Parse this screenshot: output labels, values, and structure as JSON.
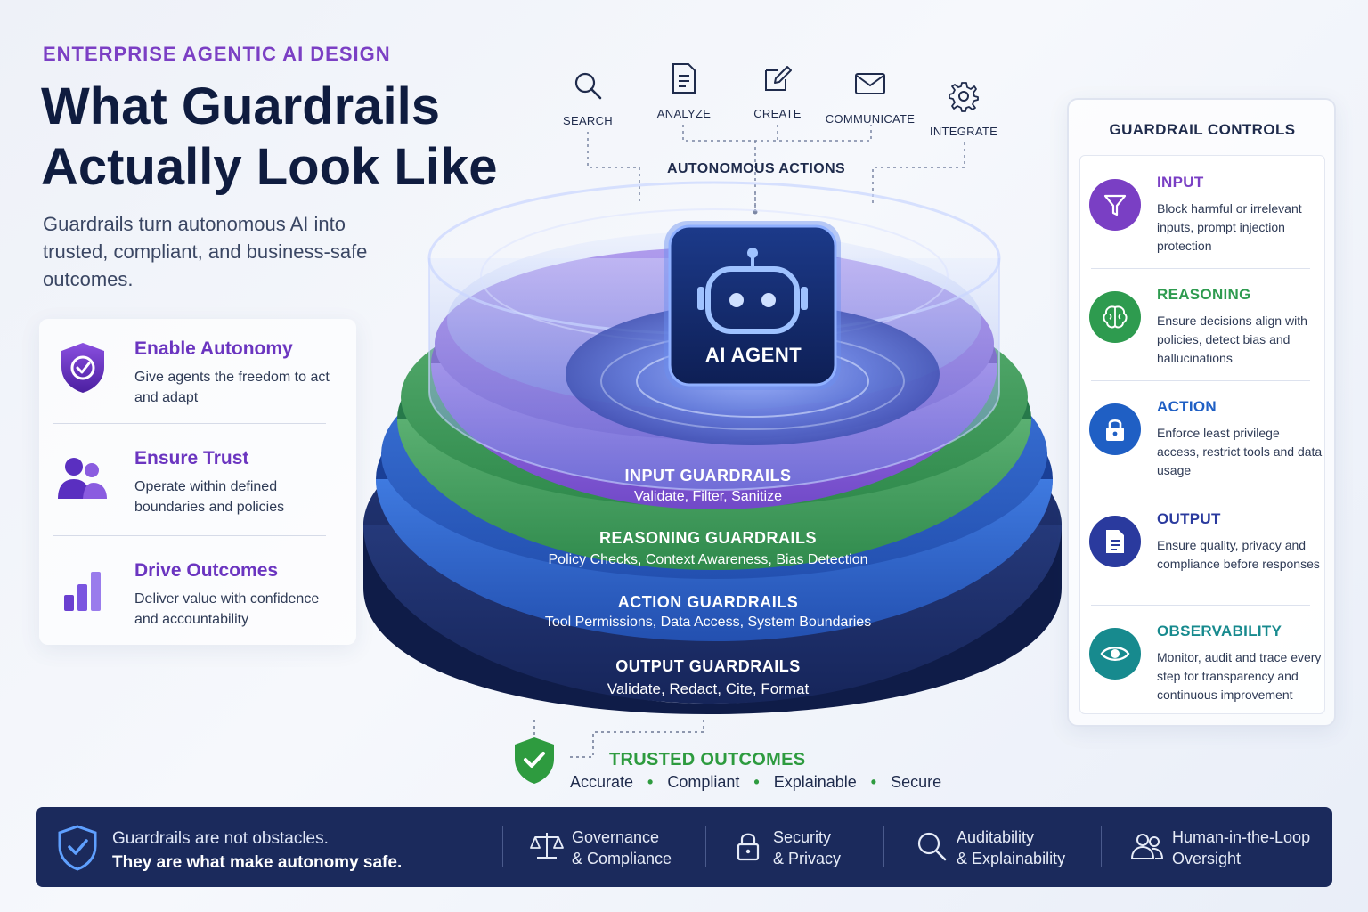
{
  "header": {
    "eyebrow": "ENTERPRISE AGENTIC AI DESIGN",
    "title_line1": "What Guardrails",
    "title_line2": "Actually Look Like",
    "subtitle": "Guardrails turn autonomous AI into trusted, compliant, and business-safe outcomes."
  },
  "benefits": [
    {
      "title": "Enable Autonomy",
      "desc": "Give agents the freedom to act and adapt",
      "icon": "shield-check-icon"
    },
    {
      "title": "Ensure Trust",
      "desc": "Operate within defined boundaries and policies",
      "icon": "users-icon"
    },
    {
      "title": "Drive Outcomes",
      "desc": "Deliver value with confidence and accountability",
      "icon": "bar-chart-icon"
    }
  ],
  "actions": {
    "label": "AUTONOMOUS ACTIONS",
    "items": [
      {
        "label": "SEARCH",
        "icon": "search-icon"
      },
      {
        "label": "ANALYZE",
        "icon": "document-icon"
      },
      {
        "label": "CREATE",
        "icon": "edit-icon"
      },
      {
        "label": "COMMUNICATE",
        "icon": "mail-icon"
      },
      {
        "label": "INTEGRATE",
        "icon": "gear-icon"
      }
    ]
  },
  "agent": {
    "label": "AI AGENT",
    "icon": "robot-icon"
  },
  "layers": [
    {
      "title": "INPUT GUARDRAILS",
      "desc": "Validate, Filter, Sanitize",
      "color": "#8a5fd6"
    },
    {
      "title": "REASONING GUARDRAILS",
      "desc": "Policy Checks, Context Awareness, Bias Detection",
      "color": "#3f9a5c"
    },
    {
      "title": "ACTION GUARDRAILS",
      "desc": "Tool Permissions, Data Access, System Boundaries",
      "color": "#2f63c4"
    },
    {
      "title": "OUTPUT GUARDRAILS",
      "desc": "Validate, Redact, Cite, Format",
      "color": "#1d2f6b"
    }
  ],
  "trusted": {
    "title": "TRUSTED OUTCOMES",
    "items": [
      "Accurate",
      "Compliant",
      "Explainable",
      "Secure"
    ],
    "icon": "shield-check-icon"
  },
  "controls": {
    "title": "GUARDRAIL CONTROLS",
    "items": [
      {
        "title": "INPUT",
        "desc": "Block harmful or irrelevant inputs, prompt injection protection",
        "color": "#7a3fc4",
        "icon": "filter-icon"
      },
      {
        "title": "REASONING",
        "desc": "Ensure decisions align with policies, detect bias and hallucinations",
        "color": "#2e9b4f",
        "icon": "brain-icon"
      },
      {
        "title": "ACTION",
        "desc": "Enforce least privilege access, restrict tools and data usage",
        "color": "#1f5fc4",
        "icon": "lock-icon"
      },
      {
        "title": "OUTPUT",
        "desc": "Ensure quality, privacy and compliance before responses",
        "color": "#2a3a9e",
        "icon": "document-icon"
      },
      {
        "title": "OBSERVABILITY",
        "desc": "Monitor, audit and trace every step for transparency and continuous improvement",
        "color": "#178a8e",
        "icon": "eye-icon"
      }
    ]
  },
  "footer": {
    "line1": "Guardrails are not obstacles.",
    "line2": "They are what make autonomy safe.",
    "items": [
      {
        "line1": "Governance",
        "line2": "& Compliance",
        "icon": "scales-icon"
      },
      {
        "line1": "Security",
        "line2": "& Privacy",
        "icon": "lock-icon"
      },
      {
        "line1": "Auditability",
        "line2": "& Explainability",
        "icon": "search-icon"
      },
      {
        "line1": "Human-in-the-Loop",
        "line2": "Oversight",
        "icon": "users-icon"
      }
    ]
  }
}
